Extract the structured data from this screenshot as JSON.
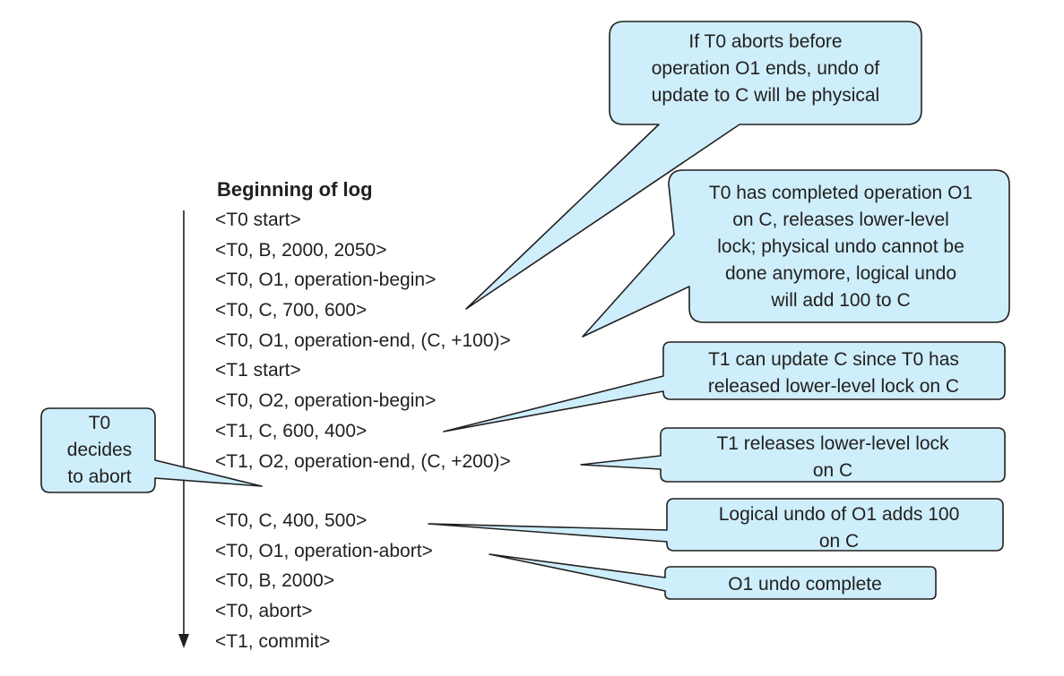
{
  "log": {
    "heading": "Beginning of log",
    "entries": [
      "<T0 start>",
      "<T0, B, 2000, 2050>",
      "<T0, O1, operation-begin>",
      "<T0, C, 700, 600>",
      "<T0, O1, operation-end, (C, +100)>",
      "<T1 start>",
      "<T0, O2, operation-begin>",
      "<T1, C, 600, 400>",
      "<T1, O2, operation-end, (C, +200)>",
      "<T0, C, 400, 500>",
      "<T0, O1, operation-abort>",
      "<T0, B, 2000>",
      "<T0, abort>",
      "<T1, commit>"
    ]
  },
  "callouts": [
    {
      "id": "t0-aborts-before-o1-ends",
      "lines": [
        "If T0 aborts before",
        "operation O1 ends, undo of",
        "update to C will be physical"
      ]
    },
    {
      "id": "t0-completed-o1",
      "lines": [
        "T0 has completed operation O1",
        "on C, releases lower-level",
        "lock; physical undo cannot be",
        "done anymore, logical undo",
        "will add 100 to C"
      ]
    },
    {
      "id": "t1-can-update-c",
      "lines": [
        "T1 can update C since T0 has",
        "released lower-level lock on C"
      ]
    },
    {
      "id": "t1-releases-lock",
      "lines": [
        "T1 releases lower-level lock",
        "on C"
      ]
    },
    {
      "id": "logical-undo-o1",
      "lines": [
        "Logical undo of O1 adds 100",
        "on C"
      ]
    },
    {
      "id": "o1-undo-complete",
      "lines": [
        "O1 undo complete"
      ]
    },
    {
      "id": "t0-decides-abort",
      "lines": [
        "T0",
        "decides",
        "to abort"
      ]
    }
  ],
  "colors": {
    "callout_fill": "#cdeefa",
    "stroke": "#231f20",
    "text": "#231f20"
  }
}
